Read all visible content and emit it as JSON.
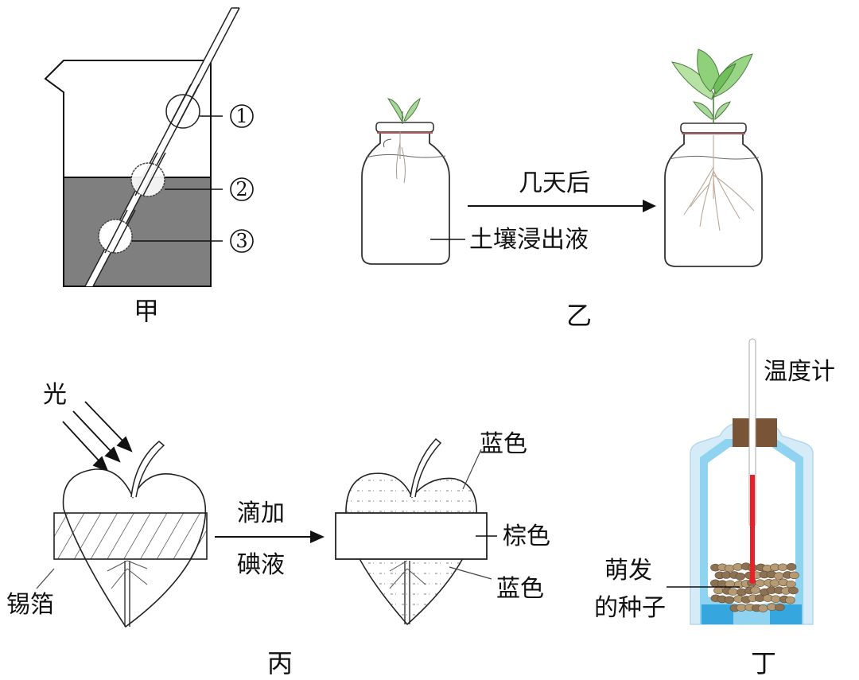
{
  "panels": {
    "jia": {
      "caption": "甲",
      "markers": [
        "1",
        "2",
        "3"
      ],
      "colors": {
        "liquid": "#7f7f7f",
        "line": "#111111"
      }
    },
    "yi": {
      "caption": "乙",
      "arrow_label_top": "几天后",
      "liquid_label": "土壤浸出液",
      "colors": {
        "leaf": "#8fd17a",
        "leaf_dark": "#5aa04a",
        "root": "#b9a89a",
        "rim": "#a65a5a"
      }
    },
    "bing": {
      "caption": "丙",
      "light_label": "光",
      "foil_label": "锡箔",
      "arrow_label_top": "滴加",
      "arrow_label_bottom": "碘液",
      "blue_label_top": "蓝色",
      "brown_label": "棕色",
      "blue_label_bottom": "蓝色"
    },
    "ding": {
      "caption": "丁",
      "thermometer_label": "温度计",
      "seeds_label_line1": "萌发",
      "seeds_label_line2": "的种子",
      "colors": {
        "flask_outer": "#cfe9f7",
        "flask_inner": "#8fd3f0",
        "cork": "#7a5436",
        "mercury": "#e8202a",
        "seeds": "#a88a66"
      }
    }
  }
}
